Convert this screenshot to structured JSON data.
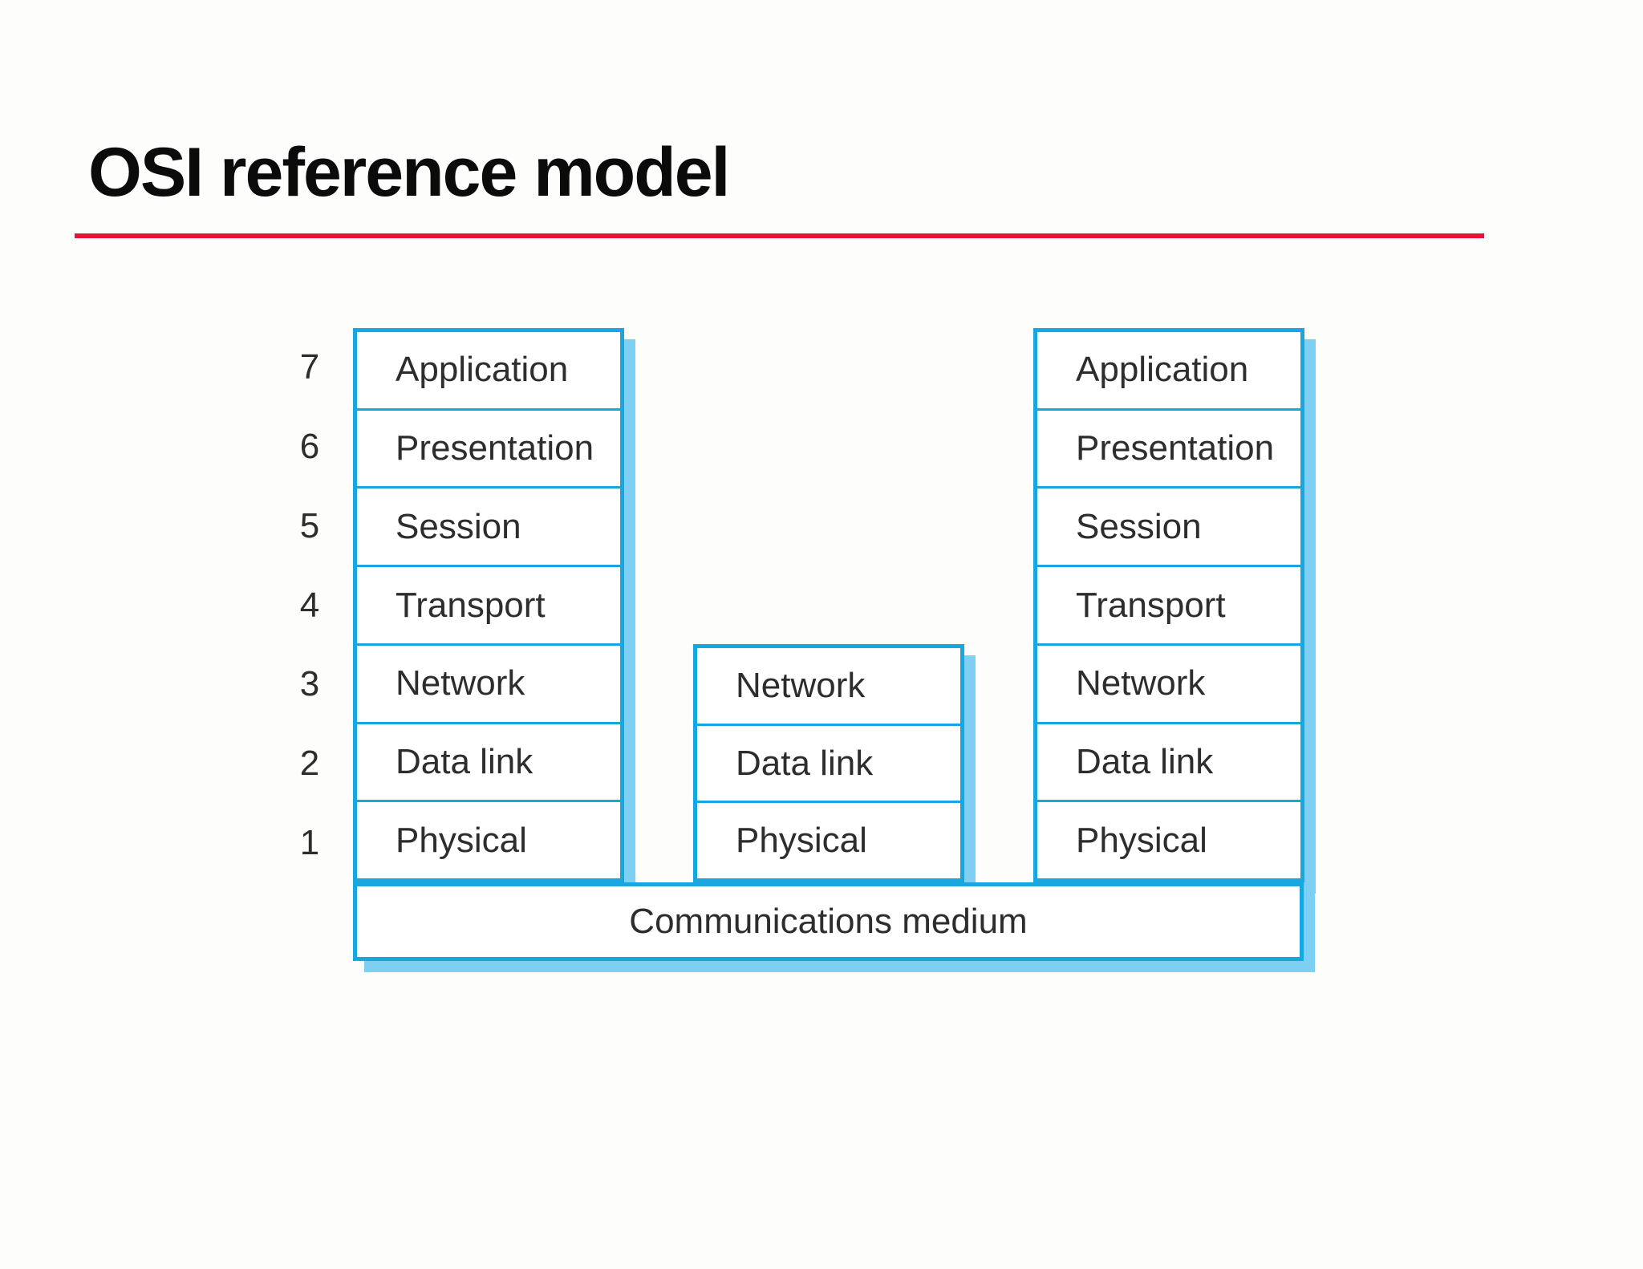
{
  "title": "OSI reference model",
  "diagram": {
    "left_stack": {
      "numbers": [
        "7",
        "6",
        "5",
        "4",
        "3",
        "2",
        "1"
      ],
      "layers": [
        "Application",
        "Presentation",
        "Session",
        "Transport",
        "Network",
        "Data link",
        "Physical"
      ]
    },
    "middle_stack": {
      "layers": [
        "Network",
        "Data link",
        "Physical"
      ]
    },
    "right_stack": {
      "layers": [
        "Application",
        "Presentation",
        "Session",
        "Transport",
        "Network",
        "Data link",
        "Physical"
      ]
    },
    "medium_label": "Communications medium"
  },
  "colors": {
    "border": "#17a6e0",
    "shadow": "#7dd0f2",
    "rule": "#ec1034",
    "text": "#2d2d2d",
    "title": "#0b0b0b",
    "page_bg": "#fdfdfb",
    "box_bg": "#ffffff"
  }
}
